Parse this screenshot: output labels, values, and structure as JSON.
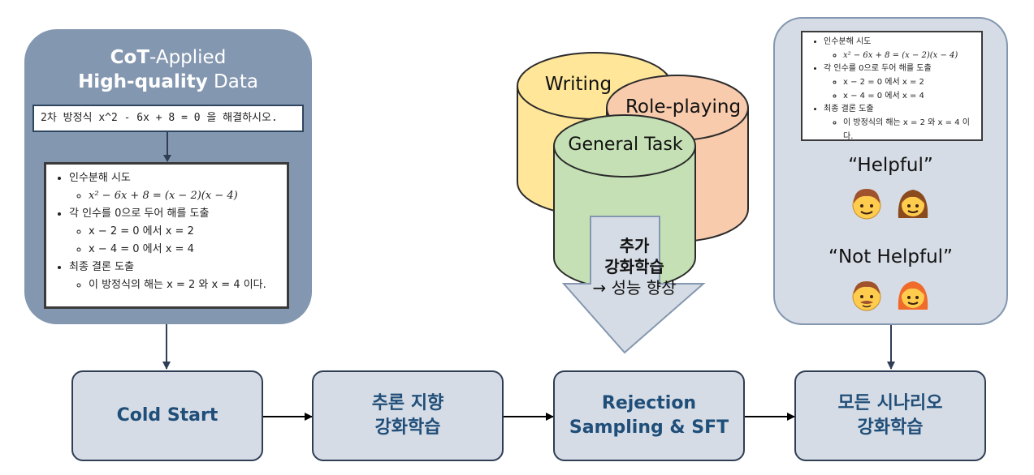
{
  "left_panel": {
    "title_line1_bold": "CoT",
    "title_line1_rest": "-Applied",
    "title_line2_bold": "High-quality",
    "title_line2_rest": " Data",
    "question": "2차 방정식 x^2 - 6x + 8 = 0 을 해결하시오.",
    "solution": {
      "items": [
        {
          "label": "인수분해 시도",
          "subs": [
            "x² − 6x + 8 = (x − 2)(x − 4)"
          ]
        },
        {
          "label": "각 인수를 0으로 두어 해를 도출",
          "subs": [
            "x − 2 = 0 에서 x = 2",
            "x − 4 = 0 에서 x = 4"
          ]
        },
        {
          "label": "최종 결론 도출",
          "subs": [
            "이 방정식의 해는 x = 2 와 x = 4 이다."
          ]
        }
      ]
    }
  },
  "datasets": {
    "writing": "Writing",
    "role_playing": "Role-playing",
    "general_task": "General Task"
  },
  "arrow": {
    "line1": "추가",
    "line2": "강화학습",
    "line3": "→ 성능 향상"
  },
  "right_panel": {
    "helpful": "“Helpful”",
    "not_helpful": "“Not Helpful”"
  },
  "process": {
    "cold_start": "Cold Start",
    "reasoning_rl_line1": "추론 지향",
    "reasoning_rl_line2": "강화학습",
    "rejection_line1": "Rejection",
    "rejection_line2": "Sampling & SFT",
    "all_scenario_line1": "모든 시나리오",
    "all_scenario_line2": "강화학습"
  },
  "colors": {
    "left_panel": "#8497b0",
    "light_panel": "#d6dce5",
    "process_text": "#1f4e79",
    "writing_cylinder": "#ffe699",
    "role_playing_cylinder": "#f8cbad",
    "general_task_cylinder": "#c5e0b4"
  }
}
